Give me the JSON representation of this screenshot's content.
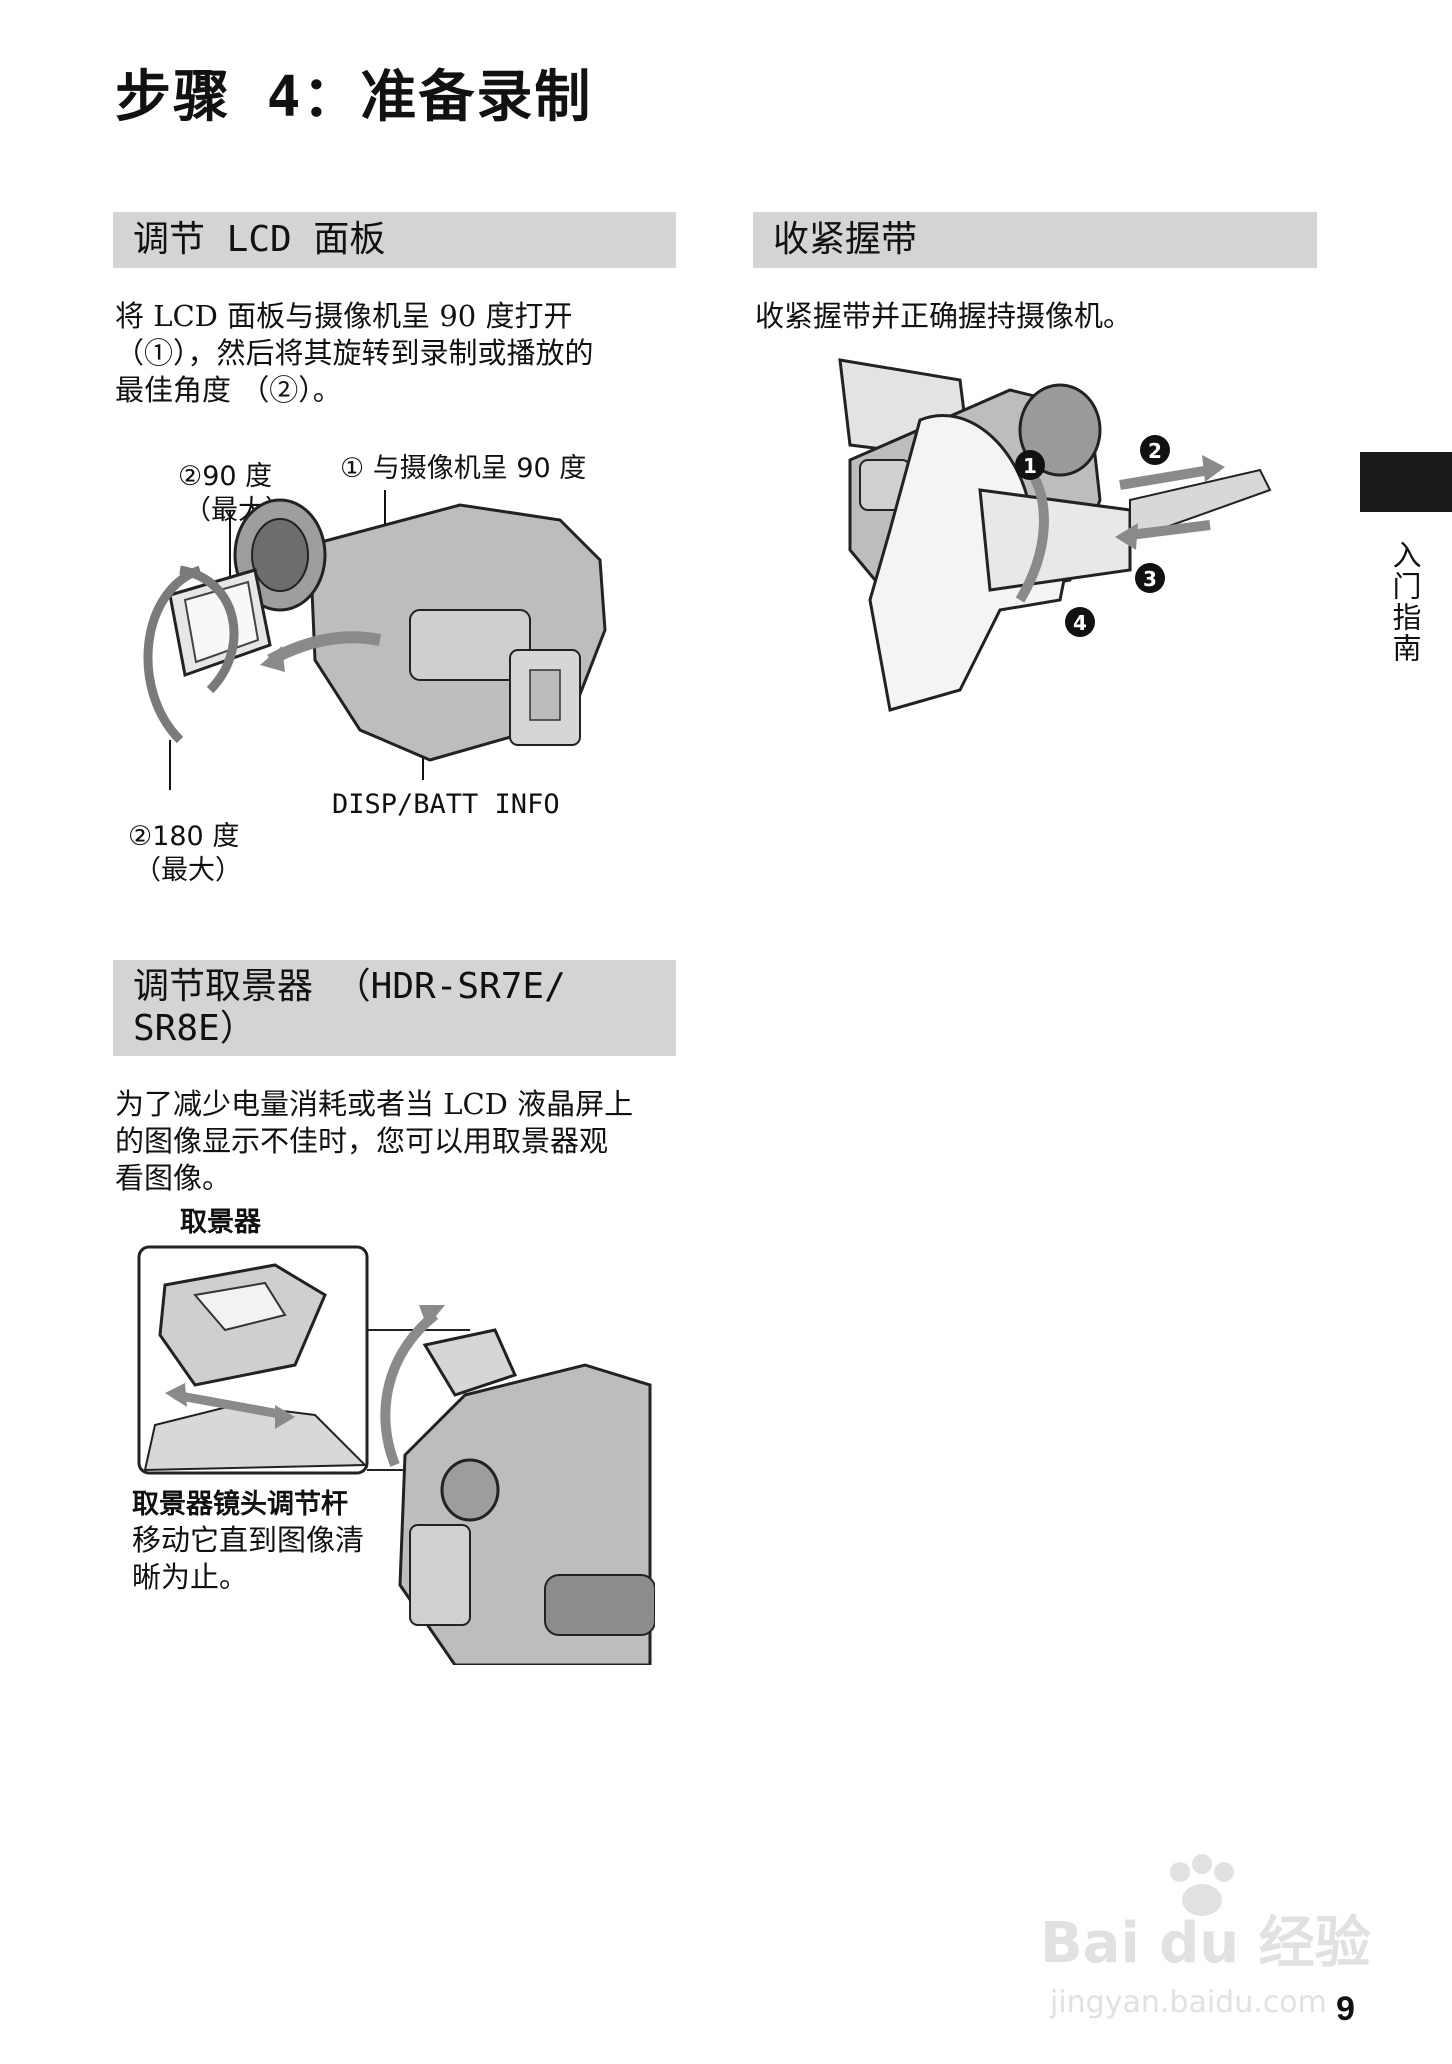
{
  "page": {
    "title": "步骤 4：准备录制",
    "number": "9",
    "side_tab": "入门指南"
  },
  "lcd_section": {
    "heading": "调节 LCD 面板",
    "body_lines": [
      "将 LCD 面板与摄像机呈 90 度打开",
      "（①），然后将其旋转到录制或播放的",
      "最佳角度 （②）。"
    ],
    "labels": {
      "deg90_line1": "②90 度",
      "deg90_line2": "（最大）",
      "open90": "① 与摄像机呈 90 度",
      "disp_batt": "DISP/BATT INFO",
      "deg180_line1": "②180 度",
      "deg180_line2": "（最大）"
    }
  },
  "grip_section": {
    "heading": "收紧握带",
    "body": "收紧握带并正确握持摄像机。",
    "steps": [
      "1",
      "2",
      "3",
      "4"
    ]
  },
  "viewfinder_section": {
    "heading_line1": "调节取景器 （HDR-SR7E/",
    "heading_line2": "SR8E）",
    "body_lines": [
      "为了减少电量消耗或者当 LCD 液晶屏上",
      "的图像显示不佳时，您可以用取景器观",
      "看图像。"
    ],
    "label_viewfinder": "取景器",
    "lever_title": "取景器镜头调节杆",
    "lever_desc_line1": "移动它直到图像清",
    "lever_desc_line2": "晰为止。"
  },
  "watermark": {
    "brand": "Bai du 经验",
    "url": "jingyan.baidu.com"
  }
}
